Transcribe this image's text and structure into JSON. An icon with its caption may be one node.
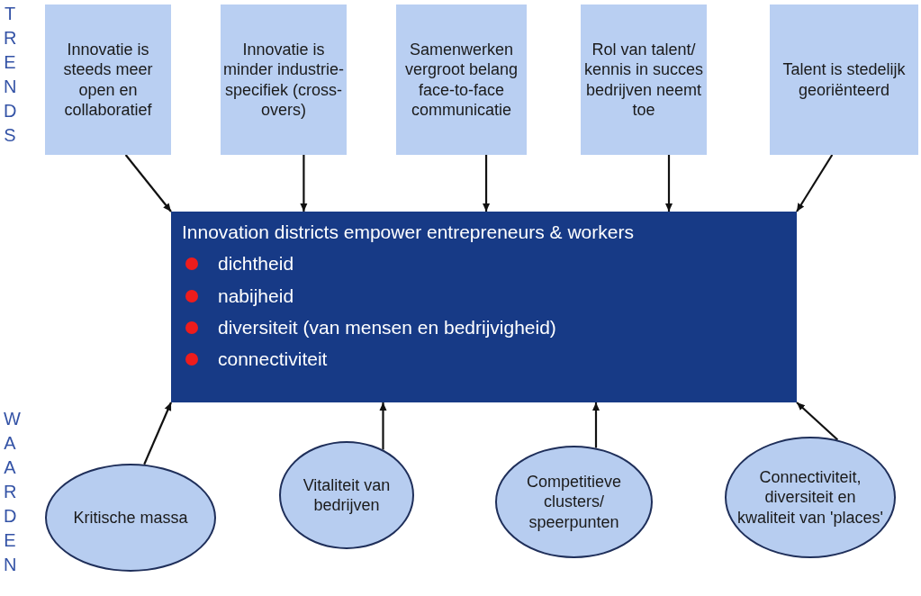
{
  "diagram": {
    "nodes": [
      {
        "text": [
          "Innovatie is steeds meer open en collaboratief"
        ]
      },
      {
        "text": [
          "Innovatie is minder industrie-specifiek (cross-overs)"
        ]
      },
      {
        "text": [
          "Samenwerken vergroot belang face-to-face communicatie"
        ]
      },
      {
        "text": [
          "Rol van talent/ kennis in succes bedrijven neemt toe"
        ]
      },
      {
        "text": [
          "Talent is stedelijk georiënteerd"
        ]
      },
      {
        "text": [
          "Innovation districts empower entrepreneurs & workers",
          "dichtheid",
          "nabijheid",
          "diversiteit (van mensen en bedrijvigheid)",
          "connectiviteit"
        ]
      },
      {
        "text": [
          "Kritische massa"
        ]
      },
      {
        "text": [
          "Vitaliteit van bedrijven"
        ]
      },
      {
        "text": [
          "Competitieve clusters/ speerpunten"
        ]
      },
      {
        "text": [
          "Connectiviteit, diversiteit en kwaliteit van 'places'"
        ]
      }
    ],
    "edges": [
      {
        "from": 0,
        "to": 5,
        "arrow": "to"
      },
      {
        "from": 1,
        "to": 5,
        "arrow": "to"
      },
      {
        "from": 2,
        "to": 5,
        "arrow": "to"
      },
      {
        "from": 3,
        "to": 5,
        "arrow": "to"
      },
      {
        "from": 4,
        "to": 5,
        "arrow": "to"
      },
      {
        "from": 6,
        "to": 5,
        "arrow": "to"
      },
      {
        "from": 7,
        "to": 5,
        "arrow": "to"
      },
      {
        "from": 8,
        "to": 5,
        "arrow": "to"
      },
      {
        "from": 9,
        "to": 5,
        "arrow": "to"
      }
    ],
    "labels": [
      "TRENDS",
      "WAARDEN"
    ]
  }
}
